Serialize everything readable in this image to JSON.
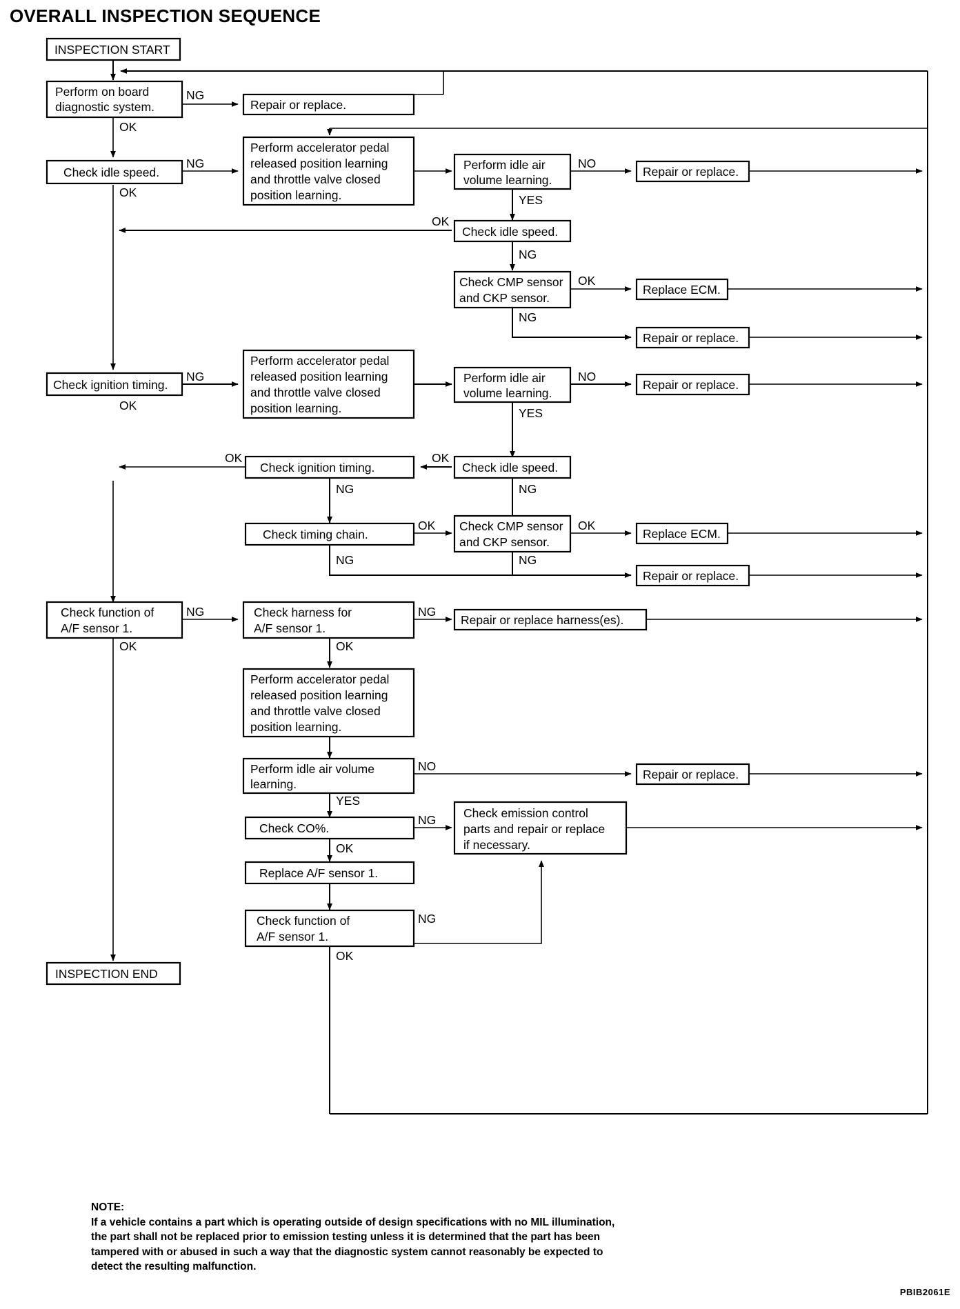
{
  "title": "OVERALL INSPECTION SEQUENCE",
  "footer_code": "PBIB2061E",
  "note": {
    "label": "NOTE:",
    "line1": "If a vehicle contains a part which is operating outside of design specifications with no MIL illumination,",
    "line2": "the part shall not be replaced prior to emission testing unless it is determined that the part has been",
    "line3": "tampered with or abused in such a way that the diagnostic system cannot reasonably be expected to",
    "line4": "detect the resulting malfunction."
  },
  "chart_data": {
    "type": "flowchart",
    "title": "OVERALL INSPECTION SEQUENCE",
    "nodes": [
      {
        "id": "n01",
        "label": "INSPECTION START"
      },
      {
        "id": "n02",
        "label": "Perform on board diagnostic system."
      },
      {
        "id": "n03",
        "label": "Repair or replace."
      },
      {
        "id": "n04",
        "label": "Check idle speed."
      },
      {
        "id": "n05",
        "label": "Perform accelerator pedal released position learning and throttle valve closed position learning."
      },
      {
        "id": "n06",
        "label": "Perform idle air volume learning."
      },
      {
        "id": "n07",
        "label": "Repair or replace."
      },
      {
        "id": "n08",
        "label": "Check idle speed."
      },
      {
        "id": "n09",
        "label": "Check CMP sensor and CKP sensor."
      },
      {
        "id": "n10",
        "label": "Replace ECM."
      },
      {
        "id": "n11",
        "label": "Repair or replace."
      },
      {
        "id": "n12",
        "label": "Check ignition timing."
      },
      {
        "id": "n13",
        "label": "Perform accelerator pedal released position learning and throttle valve closed position learning."
      },
      {
        "id": "n14",
        "label": "Perform idle air volume learning."
      },
      {
        "id": "n15",
        "label": "Repair or replace."
      },
      {
        "id": "n16",
        "label": "Check ignition timing."
      },
      {
        "id": "n17",
        "label": "Check idle speed."
      },
      {
        "id": "n18",
        "label": "Check timing chain."
      },
      {
        "id": "n19",
        "label": "Check CMP sensor and CKP sensor."
      },
      {
        "id": "n20",
        "label": "Replace ECM."
      },
      {
        "id": "n21",
        "label": "Repair or replace."
      },
      {
        "id": "n22",
        "label": "Check function of A/F sensor 1."
      },
      {
        "id": "n23",
        "label": "Check harness for A/F sensor 1."
      },
      {
        "id": "n24",
        "label": "Repair or replace harness(es)."
      },
      {
        "id": "n25",
        "label": "Perform accelerator pedal released position learning and throttle valve closed position learning."
      },
      {
        "id": "n26",
        "label": "Perform idle air volume learning."
      },
      {
        "id": "n27",
        "label": "Repair or replace."
      },
      {
        "id": "n28",
        "label": "Check CO%."
      },
      {
        "id": "n29",
        "label": "Check emission control parts and repair or replace if necessary."
      },
      {
        "id": "n30",
        "label": "Replace A/F sensor 1."
      },
      {
        "id": "n31",
        "label": "Check function of A/F sensor 1."
      },
      {
        "id": "n32",
        "label": "INSPECTION END"
      }
    ],
    "edge_labels": [
      "NG",
      "OK",
      "NO",
      "YES"
    ]
  },
  "nodes": {
    "n01": {
      "text": [
        "INSPECTION START"
      ]
    },
    "n02": {
      "text": [
        "Perform on board",
        "diagnostic system."
      ]
    },
    "n03": {
      "text": [
        "Repair or replace."
      ]
    },
    "n04": {
      "text": [
        "Check idle speed."
      ]
    },
    "n05": {
      "text": [
        "Perform accelerator pedal",
        "released position learning",
        "and throttle valve closed",
        "position learning."
      ]
    },
    "n06": {
      "text": [
        "Perform idle air",
        "volume learning."
      ]
    },
    "n07": {
      "text": [
        "Repair or replace."
      ]
    },
    "n08": {
      "text": [
        "Check idle speed."
      ]
    },
    "n09": {
      "text": [
        "Check CMP sensor",
        "and CKP sensor."
      ]
    },
    "n10": {
      "text": [
        "Replace ECM."
      ]
    },
    "n11": {
      "text": [
        "Repair or replace."
      ]
    },
    "n12": {
      "text": [
        "Check ignition timing."
      ]
    },
    "n13": {
      "text": [
        "Perform accelerator pedal",
        "released position learning",
        "and throttle valve closed",
        "position learning."
      ]
    },
    "n14": {
      "text": [
        "Perform idle air",
        "volume learning."
      ]
    },
    "n15": {
      "text": [
        "Repair or replace."
      ]
    },
    "n16": {
      "text": [
        "Check ignition timing."
      ]
    },
    "n17": {
      "text": [
        "Check idle speed."
      ]
    },
    "n18": {
      "text": [
        "Check timing chain."
      ]
    },
    "n19": {
      "text": [
        "Check CMP sensor",
        "and CKP sensor."
      ]
    },
    "n20": {
      "text": [
        "Replace ECM."
      ]
    },
    "n21": {
      "text": [
        "Repair or replace."
      ]
    },
    "n22": {
      "text": [
        "Check function of",
        "A/F sensor 1."
      ]
    },
    "n23": {
      "text": [
        "Check harness for",
        "A/F sensor 1."
      ]
    },
    "n24": {
      "text": [
        "Repair or replace harness(es)."
      ]
    },
    "n25": {
      "text": [
        "Perform accelerator pedal",
        "released position learning",
        "and throttle valve closed",
        "position learning."
      ]
    },
    "n26": {
      "text": [
        "Perform idle air volume",
        "learning."
      ]
    },
    "n27": {
      "text": [
        "Repair or replace."
      ]
    },
    "n28": {
      "text": [
        "Check CO%."
      ]
    },
    "n29": {
      "text": [
        "Check emission control",
        "parts and repair or replace",
        "if necessary."
      ]
    },
    "n30": {
      "text": [
        "Replace A/F sensor 1."
      ]
    },
    "n31": {
      "text": [
        "Check function of",
        "A/F sensor 1."
      ]
    },
    "n32": {
      "text": [
        "INSPECTION END"
      ]
    }
  },
  "labels": {
    "L01": "NG",
    "L02": "OK",
    "L03": "NG",
    "L04": "OK",
    "L05": "NO",
    "L06": "YES",
    "L07": "OK",
    "L08": "NG",
    "L09": "OK",
    "L10": "NG",
    "L11": "NG",
    "L12": "OK",
    "L13": "NO",
    "L14": "YES",
    "L15": "OK",
    "L16": "OK",
    "L17": "NG",
    "L18": "NG",
    "L19": "OK",
    "L20": "OK",
    "L21": "NG",
    "L22": "NG",
    "L23": "NG",
    "L24": "OK",
    "L25": "OK",
    "L26": "NO",
    "L27": "YES",
    "L28": "NG",
    "L29": "OK",
    "L30": "NG",
    "L31": "OK"
  }
}
